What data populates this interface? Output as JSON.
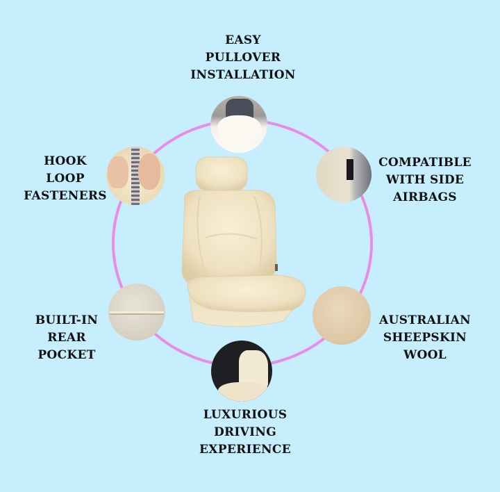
{
  "colors": {
    "background": "#C6EEFC",
    "ring": "#E88CE6",
    "text": "#111111",
    "sheepskin": "#F1E6CA"
  },
  "features": [
    {
      "id": "easy-pullover-installation",
      "label": "EASY\nPULLOVER\nINSTALLATION",
      "icon": "headrest-photo"
    },
    {
      "id": "hook-loop-fasteners",
      "label": "HOOK\nLOOP\nFASTENERS",
      "icon": "hands-fastening-photo"
    },
    {
      "id": "compatible-with-side-airbags",
      "label": "COMPATIBLE\nWITH SIDE\nAIRBAGS",
      "icon": "airbag-tag-photo"
    },
    {
      "id": "built-in-rear-pocket",
      "label": "BUILT-IN\nREAR\nPOCKET",
      "icon": "rear-pocket-photo"
    },
    {
      "id": "australian-sheepskin-wool",
      "label": "AUSTRALIAN\nSHEEPSKIN\nWOOL",
      "icon": "wool-texture-photo"
    },
    {
      "id": "luxurious-driving-experience",
      "label": "LUXURIOUS\nDRIVING\nEXPERIENCE",
      "icon": "car-interior-photo"
    }
  ],
  "center_image": "sheepskin-seat-cover"
}
